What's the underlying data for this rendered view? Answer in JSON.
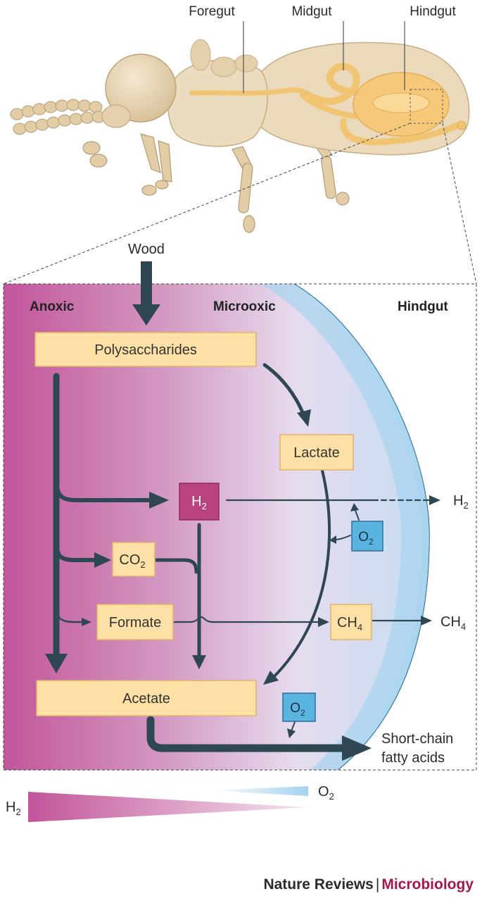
{
  "insect_labels": {
    "foregut": "Foregut",
    "midgut": "Midgut",
    "hindgut": "Hindgut"
  },
  "input": "Wood",
  "zones": {
    "anoxic": "Anoxic",
    "microoxic": "Microoxic",
    "hindgut": "Hindgut"
  },
  "nodes": {
    "polysaccharides": "Polysaccharides",
    "lactate": "Lactate",
    "h2": {
      "base": "H",
      "sub": "2"
    },
    "co2": {
      "base": "CO",
      "sub": "2"
    },
    "formate": "Formate",
    "ch4": {
      "base": "CH",
      "sub": "4"
    },
    "acetate": "Acetate",
    "o2_upper": {
      "base": "O",
      "sub": "2"
    },
    "o2_lower": {
      "base": "O",
      "sub": "2"
    }
  },
  "outputs": {
    "h2": {
      "base": "H",
      "sub": "2"
    },
    "ch4": {
      "base": "CH",
      "sub": "4"
    },
    "scfa_line1": "Short-chain",
    "scfa_line2": "fatty acids"
  },
  "gradient_legend": {
    "h2": {
      "base": "H",
      "sub": "2"
    },
    "o2": {
      "base": "O",
      "sub": "2"
    }
  },
  "footer": {
    "publisher": "Nature Reviews",
    "separator": "|",
    "journal": "Microbiology"
  },
  "colors": {
    "anoxic_magenta": "#c2559a",
    "microoxic_blue": "#a9d4ee",
    "box_fill": "#fde0a6",
    "box_stroke": "#e3b26a",
    "h2_box": "#b8437e",
    "o2_box": "#5ab4e0",
    "arrow": "#2f4653",
    "termite_body": "#e8d6b6",
    "gut": "#f5c876"
  }
}
